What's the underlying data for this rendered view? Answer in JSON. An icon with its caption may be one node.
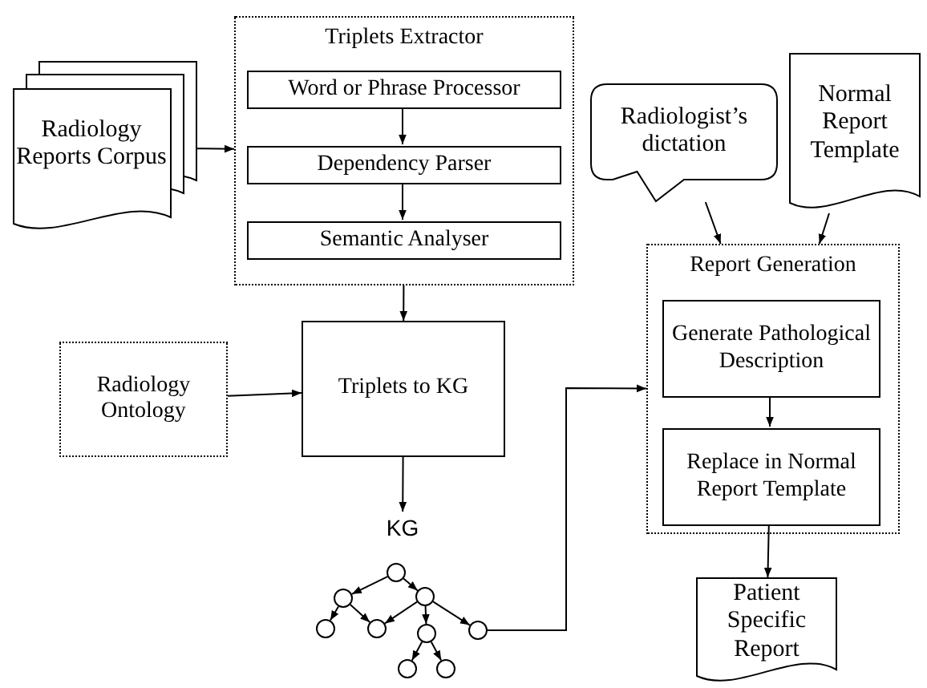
{
  "diagram": {
    "nodes": [
      {
        "text": [
          "Radiology Reports Corpus"
        ]
      },
      {
        "text": [
          "Triplets Extractor"
        ]
      },
      {
        "text": [
          "Word or Phrase Processor"
        ],
        "in": 1
      },
      {
        "text": [
          "Dependency Parser"
        ],
        "in": 1
      },
      {
        "text": [
          "Semantic Analyser"
        ],
        "in": 1
      },
      {
        "text": [
          "Radiologist’s dictation"
        ]
      },
      {
        "text": [
          "Normal Report Template"
        ]
      },
      {
        "text": [
          "Radiology Ontology"
        ]
      },
      {
        "text": [
          "Triplets to KG"
        ]
      },
      {
        "text": [
          "Report Generation"
        ]
      },
      {
        "text": [
          "Generate Pathological Description"
        ],
        "in": 9
      },
      {
        "text": [
          "Replace in Normal Report Template"
        ],
        "in": 9
      },
      {
        "text": [
          "KG"
        ]
      },
      {
        "text": [],
        "shape": "circle"
      },
      {
        "text": [],
        "shape": "circle"
      },
      {
        "text": [],
        "shape": "circle"
      },
      {
        "text": [],
        "shape": "circle"
      },
      {
        "text": [],
        "shape": "circle"
      },
      {
        "text": [],
        "shape": "circle"
      },
      {
        "text": [],
        "shape": "circle"
      },
      {
        "text": [],
        "shape": "circle"
      },
      {
        "text": [],
        "shape": "circle"
      },
      {
        "text": [
          "Patient Specific Report"
        ]
      }
    ],
    "edges": [
      {
        "from": 0,
        "to": 1,
        "arrow": "to"
      },
      {
        "from": 2,
        "to": 3,
        "arrow": "to"
      },
      {
        "from": 3,
        "to": 4,
        "arrow": "to"
      },
      {
        "from": 1,
        "to": 8,
        "arrow": "to"
      },
      {
        "from": 7,
        "to": 8,
        "arrow": "to"
      },
      {
        "from": 8,
        "to": 12,
        "arrow": "to"
      },
      {
        "from": 5,
        "to": 9,
        "arrow": "to"
      },
      {
        "from": 6,
        "to": 9,
        "arrow": "to"
      },
      {
        "from": 10,
        "to": 11,
        "arrow": "to"
      },
      {
        "from": 11,
        "to": 22,
        "arrow": "to"
      },
      {
        "from": 13,
        "to": 14,
        "arrow": "to"
      },
      {
        "from": 13,
        "to": 15,
        "arrow": "to"
      },
      {
        "from": 14,
        "to": 16,
        "arrow": "to"
      },
      {
        "from": 14,
        "to": 17,
        "arrow": "to"
      },
      {
        "from": 15,
        "to": 17,
        "arrow": "to"
      },
      {
        "from": 15,
        "to": 18,
        "arrow": "to"
      },
      {
        "from": 15,
        "to": 19,
        "arrow": "to"
      },
      {
        "from": 18,
        "to": 20,
        "arrow": "to"
      },
      {
        "from": 18,
        "to": 21,
        "arrow": "to"
      },
      {
        "from": 19,
        "to": 9,
        "arrow": "to"
      }
    ]
  }
}
